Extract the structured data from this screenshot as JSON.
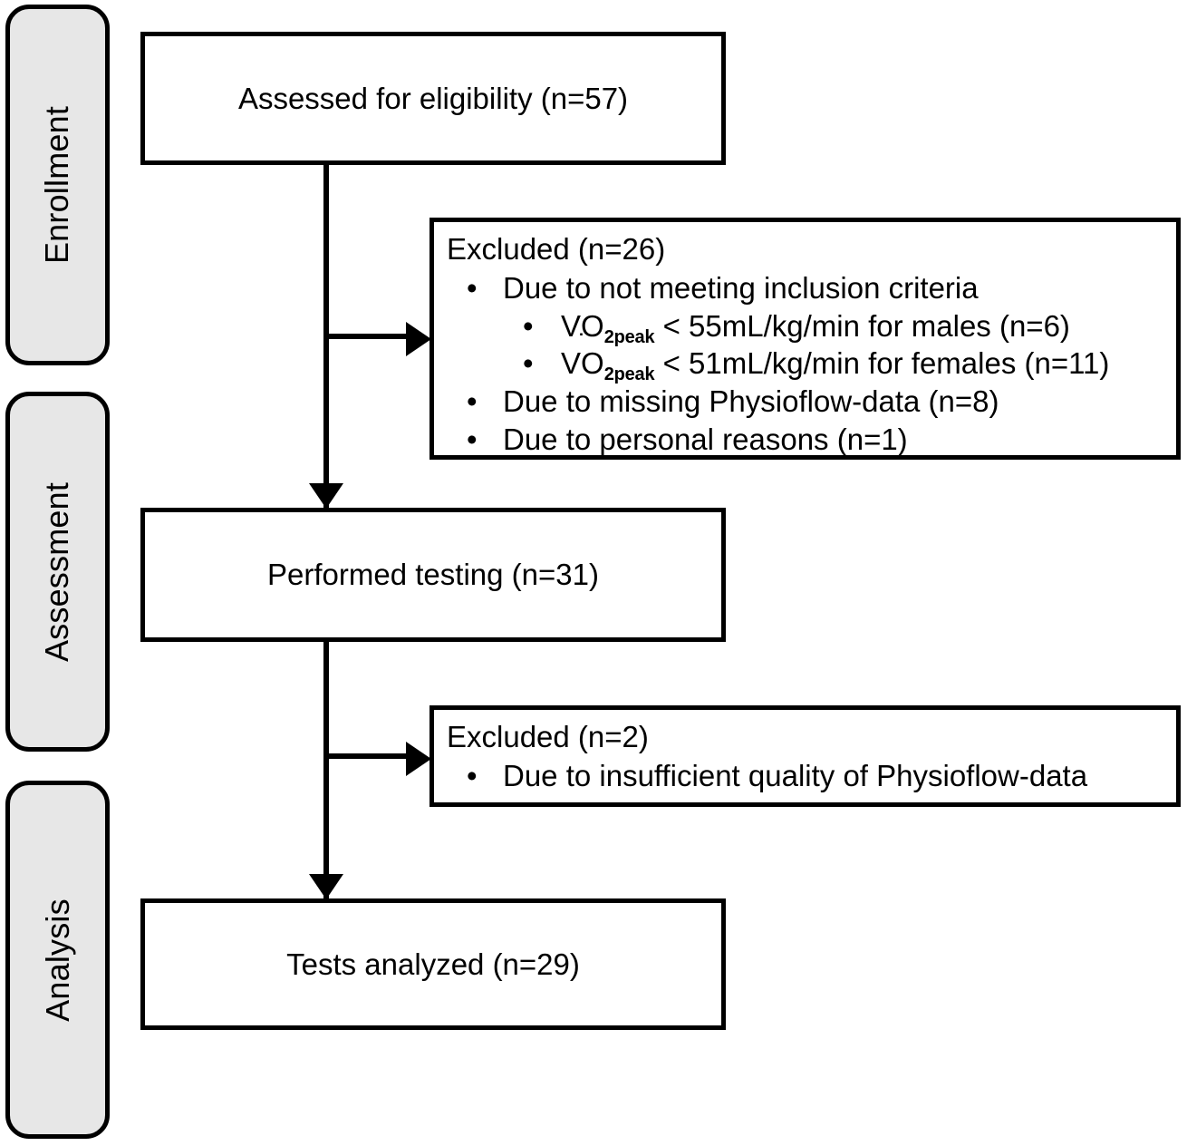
{
  "diagram": {
    "type": "consort-participant-flow",
    "stages": [
      {
        "id": "enrollment",
        "label": "Enrollment"
      },
      {
        "id": "assessment",
        "label": "Assessment"
      },
      {
        "id": "analysis",
        "label": "Analysis"
      }
    ],
    "boxes": {
      "assessed": {
        "text": "Assessed for eligibility (n=57)",
        "n": 57
      },
      "performed": {
        "text": "Performed testing (n=31)",
        "n": 31
      },
      "analyzed": {
        "text": "Tests analyzed (n=29)",
        "n": 29
      }
    },
    "excluded_1": {
      "title": "Excluded (n=26)",
      "n": 26,
      "items": [
        {
          "bullet": "•",
          "text": "Due to not meeting inclusion criteria",
          "subitems": [
            {
              "bullet": "•",
              "measure": "VO",
              "subscript": "2peak",
              "text": " < 55mL/kg/min for males (n=6)",
              "threshold": 55,
              "unit": "mL/kg/min",
              "group": "males",
              "n": 6
            },
            {
              "bullet": "•",
              "measure": "VO",
              "subscript": "2peak",
              "text": " < 51mL/kg/min for females (n=11)",
              "threshold": 51,
              "unit": "mL/kg/min",
              "group": "females",
              "n": 11
            }
          ]
        },
        {
          "bullet": "•",
          "text": "Due to missing Physioflow-data (n=8)",
          "n": 8
        },
        {
          "bullet": "•",
          "text": "Due to personal reasons (n=1)",
          "n": 1
        }
      ]
    },
    "excluded_2": {
      "title": "Excluded (n=2)",
      "n": 2,
      "items": [
        {
          "bullet": "•",
          "text": "Due to insufficient quality of Physioflow-data"
        }
      ]
    },
    "colors": {
      "stage_fill": "#e7e7e7",
      "stroke": "#000000",
      "box_fill": "#ffffff",
      "background": "#ffffff"
    }
  }
}
